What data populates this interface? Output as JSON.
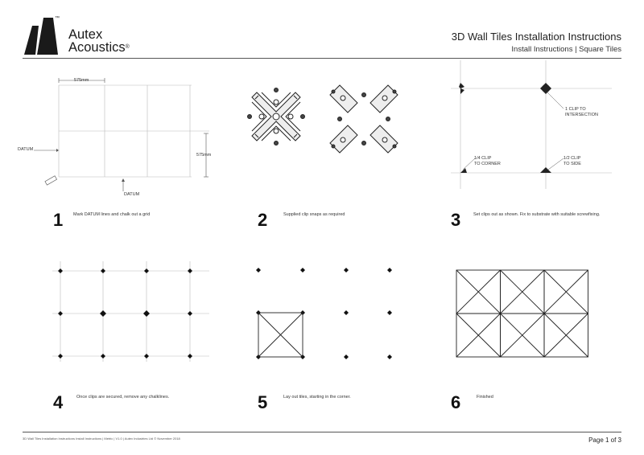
{
  "header": {
    "brand_line1": "Autex",
    "brand_line2": "Acoustics",
    "brand_reg": "®",
    "brand_tm": "™",
    "title": "3D Wall Tiles Installation Instructions",
    "subtitle": "Install Instructions | Square Tiles"
  },
  "steps": [
    {
      "number": "1",
      "text": "Mark DATUM lines and chalk out a grid"
    },
    {
      "number": "2",
      "text": "Supplied clip snaps as required"
    },
    {
      "number": "3",
      "text": "Set clips out as shown. Fix to substrate with suitable screwfixing."
    },
    {
      "number": "4",
      "text": "Once clips are secured, remove any chalklines."
    },
    {
      "number": "5",
      "text": "Lay out tiles, starting in the corner."
    },
    {
      "number": "6",
      "text": "Finished"
    }
  ],
  "diagram1": {
    "dim_top": "575mm",
    "dim_right": "575mm",
    "datum_left": "DATUM",
    "datum_bottom": "DATUM"
  },
  "diagram3": {
    "label_intersection_1": "1 CLIP TO",
    "label_intersection_2": "INTERSECTION",
    "label_corner_1": "1/4 CLIP",
    "label_corner_2": "TO CORNER",
    "label_side_1": "1/2 CLIP",
    "label_side_2": "TO SIDE"
  },
  "footer": {
    "left": "3D Wall Tiles Installation Instructions Install Instructions | Metric | V1.0 | Autex Industries Ltd © November 2018",
    "right": "Page 1 of 3"
  }
}
